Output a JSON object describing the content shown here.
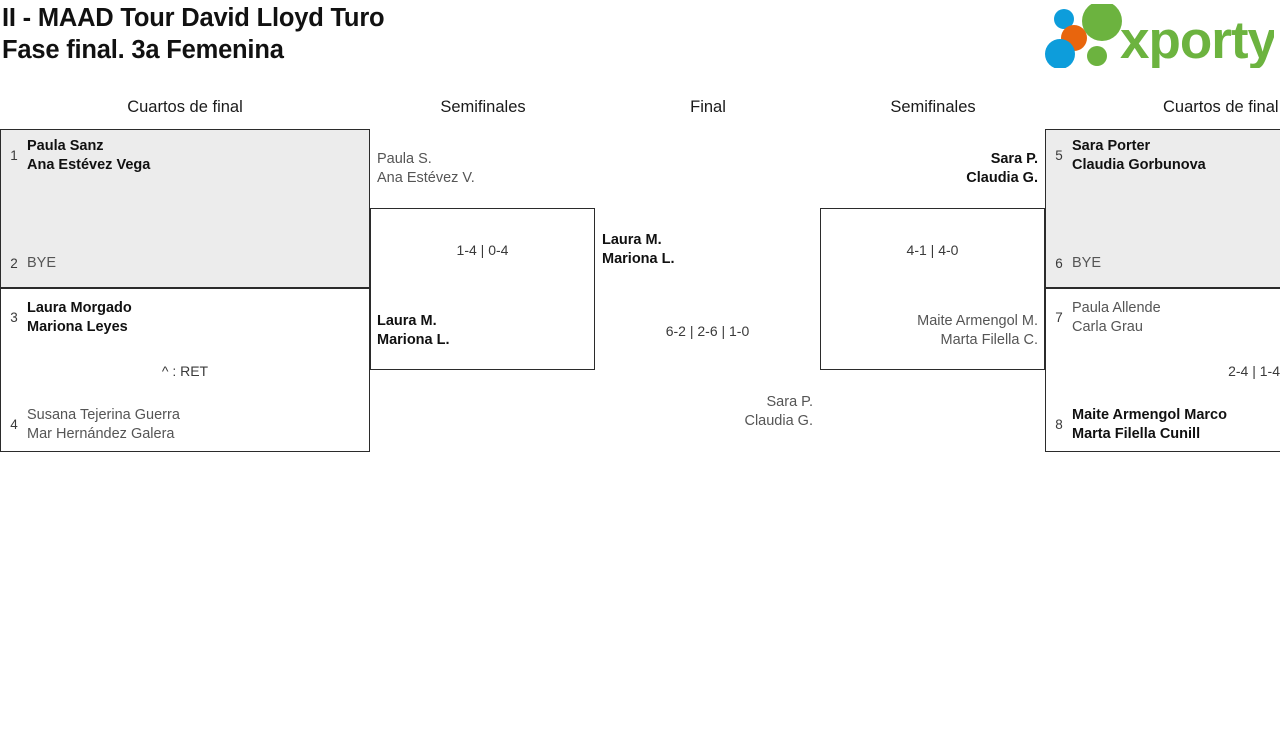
{
  "header": {
    "title_line1": "II - MAAD Tour David Lloyd Turo",
    "title_line2": "Fase final. 3a Femenina",
    "logo_text": "xporty",
    "logo_colors": {
      "green": "#6cb33f",
      "orange": "#e8650d",
      "blue": "#0d9ddb"
    }
  },
  "rounds": [
    {
      "label": "Cuartos de final"
    },
    {
      "label": "Semifinales"
    },
    {
      "label": "Final"
    },
    {
      "label": "Semifinales"
    },
    {
      "label": "Cuartos de final"
    }
  ],
  "bracket": {
    "left_quarters": [
      {
        "top": {
          "seed": "1",
          "player1": "Paula Sanz",
          "player2": "Ana Estévez Vega",
          "result": "win"
        },
        "bottom": {
          "seed": "2",
          "player1": "BYE",
          "player2": "",
          "result": "bye"
        },
        "score": ""
      },
      {
        "top": {
          "seed": "3",
          "player1": "Laura Morgado",
          "player2": "Mariona Leyes",
          "result": "win"
        },
        "bottom": {
          "seed": "4",
          "player1": "Susana Tejerina Guerra",
          "player2": "Mar Hernández Galera",
          "result": "lose"
        },
        "score": "^ : RET"
      }
    ],
    "left_semifinal": {
      "top": {
        "player1": "Paula S.",
        "player2": "Ana Estévez V.",
        "result": "lose"
      },
      "bottom": {
        "player1": "Laura M.",
        "player2": "Mariona L.",
        "result": "win"
      },
      "score": "1-4 | 0-4"
    },
    "final": {
      "top": {
        "player1": "Laura M.",
        "player2": "Mariona L.",
        "result": "win"
      },
      "bottom": {
        "player1": "Sara P.",
        "player2": "Claudia G.",
        "result": "lose"
      },
      "score": "6-2 | 2-6 | 1-0"
    },
    "right_semifinal": {
      "top": {
        "player1": "Sara P.",
        "player2": "Claudia G.",
        "result": "win"
      },
      "bottom": {
        "player1": "Maite Armengol M.",
        "player2": "Marta Filella C.",
        "result": "lose"
      },
      "score": "4-1 | 4-0"
    },
    "right_quarters": [
      {
        "top": {
          "seed": "5",
          "player1": "Sara Porter",
          "player2": "Claudia Gorbunova",
          "result": "win"
        },
        "bottom": {
          "seed": "6",
          "player1": "BYE",
          "player2": "",
          "result": "bye"
        },
        "score": ""
      },
      {
        "top": {
          "seed": "7",
          "player1": "Paula Allende",
          "player2": "Carla Grau",
          "result": "lose"
        },
        "bottom": {
          "seed": "8",
          "player1": "Maite Armengol Marco",
          "player2": "Marta Filella Cunill",
          "result": "win"
        },
        "score": "2-4 | 1-4"
      }
    ]
  }
}
